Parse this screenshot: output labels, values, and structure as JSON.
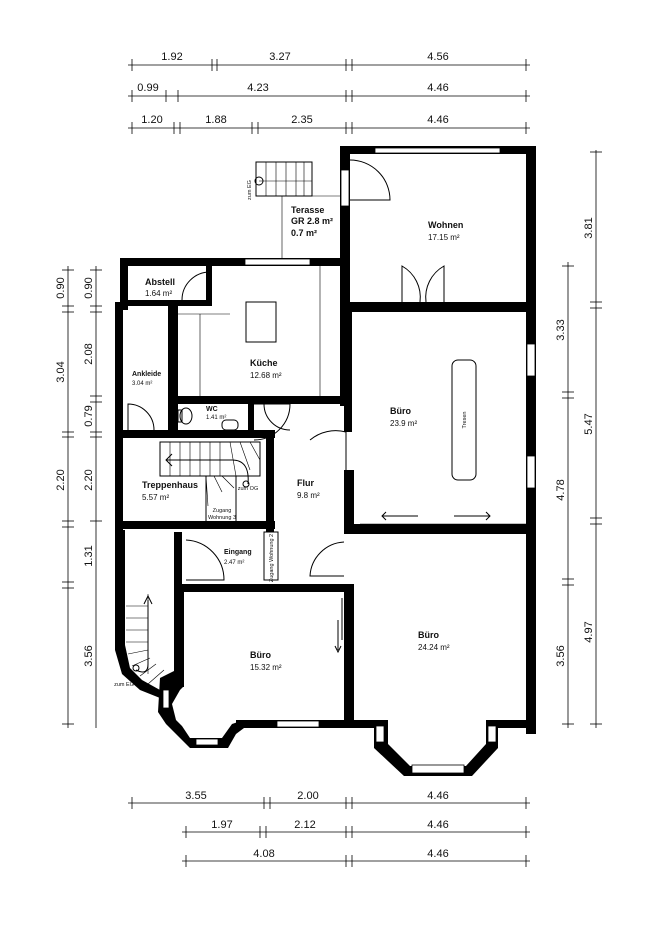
{
  "dimensions": {
    "top_row1": [
      "1.92",
      "3.27",
      "4.56"
    ],
    "top_row2": [
      "0.99",
      "4.23",
      "4.46"
    ],
    "top_row3": [
      "1.20",
      "1.88",
      "2.35",
      "4.46"
    ],
    "bottom_row1": [
      "3.55",
      "2.00",
      "4.46"
    ],
    "bottom_row2": [
      "1.97",
      "2.12",
      "4.46"
    ],
    "bottom_row3": [
      "4.08",
      "4.46"
    ],
    "left_outer": [
      "0.90",
      "3.04",
      "2.20",
      "1.31",
      "3.56"
    ],
    "left_inner": [
      "0.90",
      "2.08",
      "0.79",
      "2.20"
    ],
    "right_inner": [
      "3.33",
      "4.78",
      "3.56"
    ],
    "right_outer": [
      "3.81",
      "5.47",
      "4.97"
    ]
  },
  "rooms": {
    "terasse": {
      "name": "Terasse",
      "line2": "GR 2.8 m²",
      "line3": "0.7 m²"
    },
    "wohnen": {
      "name": "Wohnen",
      "area": "17.15 m²"
    },
    "abstell": {
      "name": "Abstell",
      "area": "1.64 m²"
    },
    "kueche": {
      "name": "Küche",
      "area": "12.68 m²"
    },
    "ankleide": {
      "name": "Ankleide",
      "area": "3.04 m²"
    },
    "wc": {
      "name": "WC",
      "area": "1.41 m²"
    },
    "buero_mid": {
      "name": "Büro",
      "area": "23.9 m²"
    },
    "treppenhaus": {
      "name": "Treppenhaus",
      "area": "5.57 m²"
    },
    "flur": {
      "name": "Flur",
      "area": "9.8 m²"
    },
    "eingang": {
      "name": "Eingang",
      "area": "2.47 m²"
    },
    "buero_sw": {
      "name": "Büro",
      "area": "15.32 m²"
    },
    "buero_se": {
      "name": "Büro",
      "area": "24.24 m²"
    }
  },
  "labels": {
    "zum_eg_terrace": "zum EG",
    "zum_og": "zum OG",
    "zum_eg_stair": "zum EG",
    "zugang3_a": "Zugang",
    "zugang3_b": "Wohnung 3",
    "zugang2": "Zugang Wohnung 2",
    "tresen": "Tresen"
  }
}
